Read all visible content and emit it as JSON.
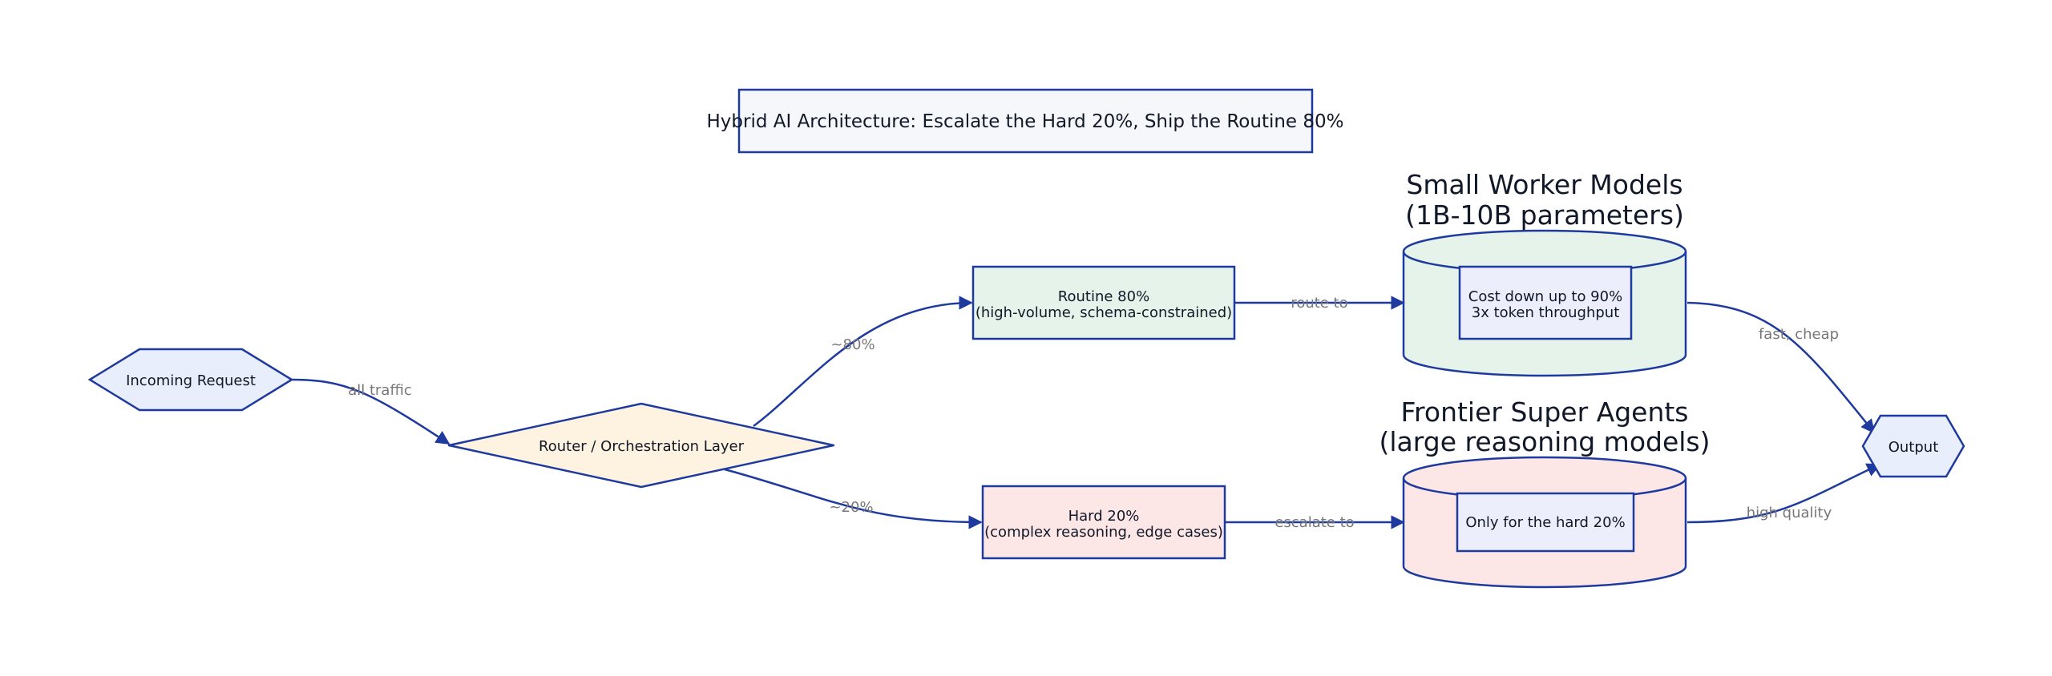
{
  "title": "Hybrid AI Architecture: Escalate the Hard 20%, Ship the Routine 80%",
  "nodes": {
    "incoming": "Incoming Request",
    "router": "Router / Orchestration Layer",
    "routine_line1": "Routine 80%",
    "routine_line2": "(high-volume, schema-constrained)",
    "hard_line1": "Hard 20%",
    "hard_line2": "(complex reasoning, edge cases)",
    "small_cost_line1": "Cost down up to 90%",
    "small_cost_line2": "3x token throughput",
    "frontier_inner": "Only for the hard 20%",
    "output": "Output"
  },
  "clusters": {
    "small_line1": "Small Worker Models",
    "small_line2": "(1B-10B parameters)",
    "frontier_line1": "Frontier Super Agents",
    "frontier_line2": "(large reasoning models)"
  },
  "edges": {
    "all_traffic": "all traffic",
    "pct80": "~80%",
    "pct20": "~20%",
    "route_to": "route to",
    "escalate_to": "escalate to",
    "fast_cheap": "fast, cheap",
    "high_quality": "high quality"
  },
  "colors": {
    "stroke": "#1f3a9e",
    "edge_label": "#777777",
    "text": "#111827",
    "title_fill": "#f5f7fb",
    "incoming_fill": "#e8eefb",
    "router_fill": "#fef3e0",
    "routine_fill": "#e6f3ea",
    "hard_fill": "#fce6e6",
    "inner_fill": "#eceffb",
    "output_fill": "#e8eefb"
  }
}
